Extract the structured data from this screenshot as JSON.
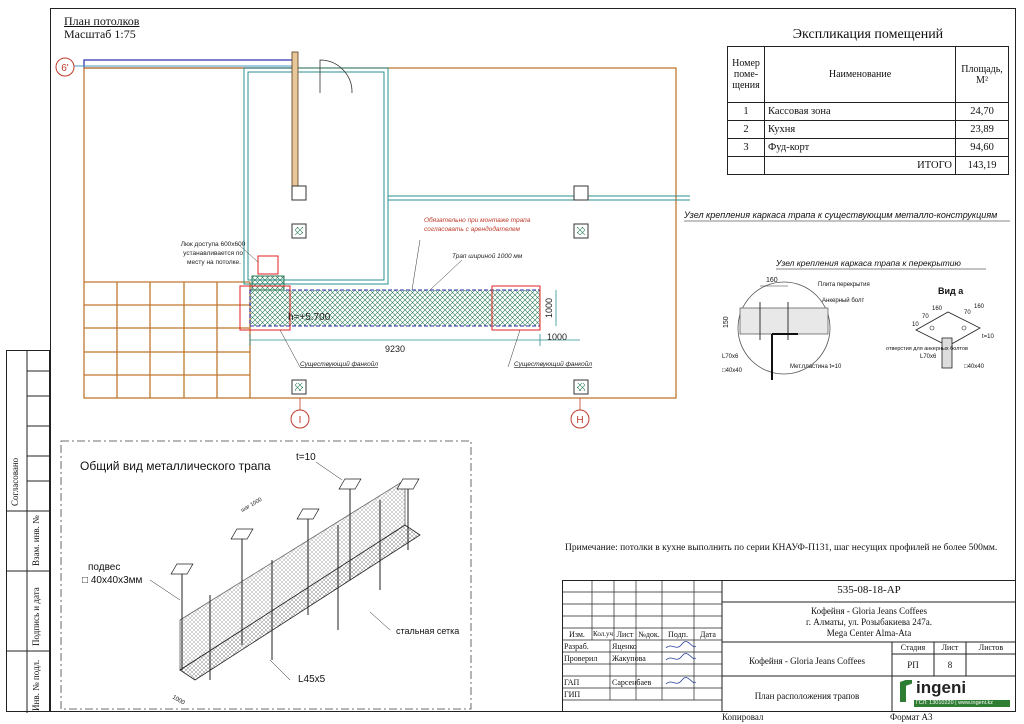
{
  "plan": {
    "title": "План потолков",
    "scale": "Масштаб 1:75",
    "axis_6": "6'",
    "axis_I": "I",
    "axis_H": "H",
    "hatch_note": "Люк доступа 600х600 устанавливается по месту на потолке.",
    "height_mark": "h=+5.700",
    "dim_9230": "9230",
    "dim_1000_h": "1000",
    "dim_1000_v": "1000",
    "red_note_1": "Обязательно при монтаже трапа",
    "red_note_2": "согласовать с арендодателем",
    "ladder_note": "Трап шириной 1000 мм",
    "lamp_1": "Существующий фанкойл",
    "lamp_2": "Существующий фанкойл"
  },
  "detail": {
    "title_1": "Узел крепления каркаса трапа к существующим металло-конструкциям",
    "title_2": "Узел крепления каркаса трапа к перекрытию",
    "view_a": "Вид а",
    "d160": "160",
    "d150": "150",
    "label_plate": "Плита перекрытия",
    "label_bolt": "Анкерный болт",
    "label_mp": "Мет.пластина t=10",
    "label_angle": "L70х6",
    "label_tube": "□40х40",
    "va_160a": "160",
    "va_160b": "160",
    "va_70a": "70",
    "va_70b": "70",
    "va_10": "10",
    "va_t": "t=10",
    "va_holes": "отверстия для анкерных болтов",
    "va_angle": "L70х6",
    "va_tube": "□40х40"
  },
  "ladder3d": {
    "title": "Общий вид металлического трапа",
    "t10": "t=10",
    "hanger": "подвес",
    "hanger_size": "□ 40х40х3мм",
    "mesh": "стальная сетка",
    "angle": "L45х5",
    "dim_1000": "1000",
    "dim_step": "шаг 1000"
  },
  "explication": {
    "title": "Экспликация помещений",
    "headers": [
      "Номер поме-щения",
      "Наименование",
      "Площадь, М²"
    ],
    "rows": [
      {
        "num": "1",
        "name": "Кассовая зона",
        "area": "24,70"
      },
      {
        "num": "2",
        "name": "Кухня",
        "area": "23,89"
      },
      {
        "num": "3",
        "name": "Фуд-корт",
        "area": "94,60"
      }
    ],
    "total_label": "ИТОГО",
    "total_value": "143,19"
  },
  "note": "Примечание: потолки в кухне выполнить по серии КНАУФ-П131, шаг несущих профилей не более 500мм.",
  "sidestrip": {
    "agreed": "Согласовано",
    "inv_replace": "Взам. инв. №",
    "sign_date": "Подпись и дата",
    "inv_orig": "Инв. № подл."
  },
  "titleblock": {
    "code": "535-08-18-АР",
    "project_1": "Кофейня - Gloria Jeans Coffees",
    "project_2": "г. Алматы, ул. Розыбакиева 247а.",
    "project_3": "Mega Center Alma-Ata",
    "h_izm": "Изм.",
    "h_koluch": "Кол.уч",
    "h_list": "Лист",
    "h_ndok": "№док.",
    "h_podp": "Подп.",
    "h_data": "Дата",
    "r_razrab": "Разраб.",
    "n_razrab": "Яценко",
    "r_prover": "Проверил",
    "n_prover": "Жакупова",
    "r_gap": "ГАП",
    "n_gap": "Сарсенбаев",
    "r_gip": "ГИП",
    "object": "Кофейня - Gloria Jeans Coffees",
    "h_stadia": "Стадия",
    "h_sheet": "Лист",
    "h_sheets": "Листов",
    "stadia": "РП",
    "sheet": "8",
    "drawing": "План расположения трапов",
    "logo_text": "ingeni",
    "logo_sub": "ГСЛ: 13010220 | www.ingeni.kz",
    "copied": "Копировал",
    "format": "Формат А3"
  }
}
